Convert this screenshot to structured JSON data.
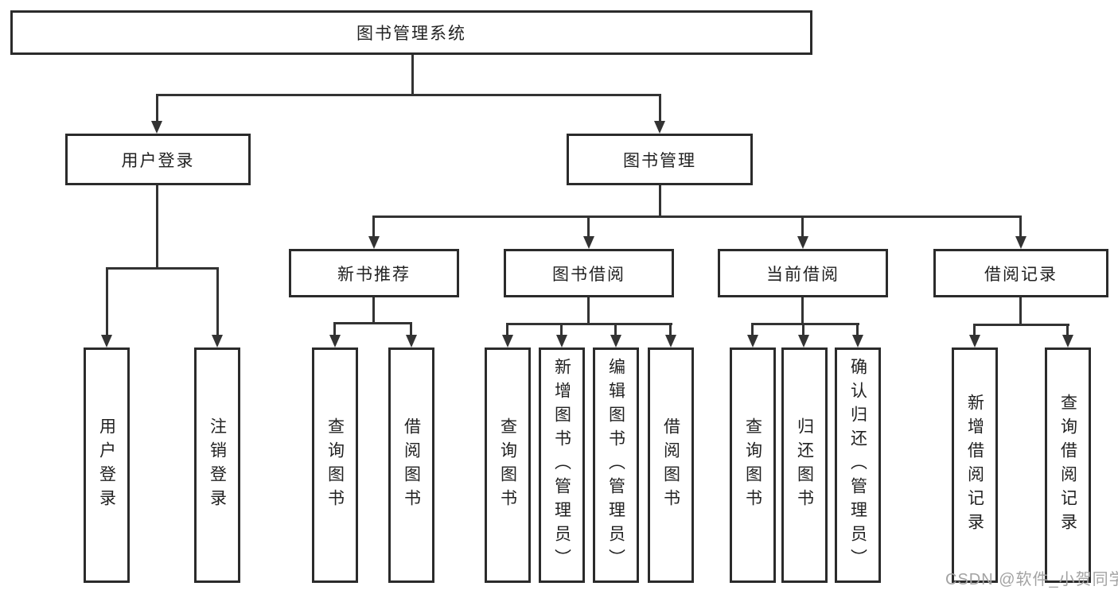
{
  "root": {
    "label": "图书管理系统"
  },
  "branches": [
    {
      "label": "用户登录",
      "leaves": [
        {
          "label": "用户登录"
        },
        {
          "label": "注销登录"
        }
      ]
    },
    {
      "label": "图书管理",
      "groups": [
        {
          "label": "新书推荐",
          "leaves": [
            {
              "label": "查询图书"
            },
            {
              "label": "借阅图书"
            }
          ]
        },
        {
          "label": "图书借阅",
          "leaves": [
            {
              "label": "查询图书"
            },
            {
              "label": "新增图书（管理员）"
            },
            {
              "label": "编辑图书（管理员）"
            },
            {
              "label": "借阅图书"
            }
          ]
        },
        {
          "label": "当前借阅",
          "leaves": [
            {
              "label": "查询图书"
            },
            {
              "label": "归还图书"
            },
            {
              "label": "确认归还（管理员）"
            }
          ]
        },
        {
          "label": "借阅记录",
          "leaves": [
            {
              "label": "新增借阅记录"
            },
            {
              "label": "查询借阅记录"
            }
          ]
        }
      ]
    }
  ],
  "watermark": "CSDN @软件_小贺同学",
  "colors": {
    "line": "#333333",
    "border": "#2b2b2b",
    "text": "#222222",
    "watermark": "#a3a3a3",
    "background": "#ffffff"
  }
}
